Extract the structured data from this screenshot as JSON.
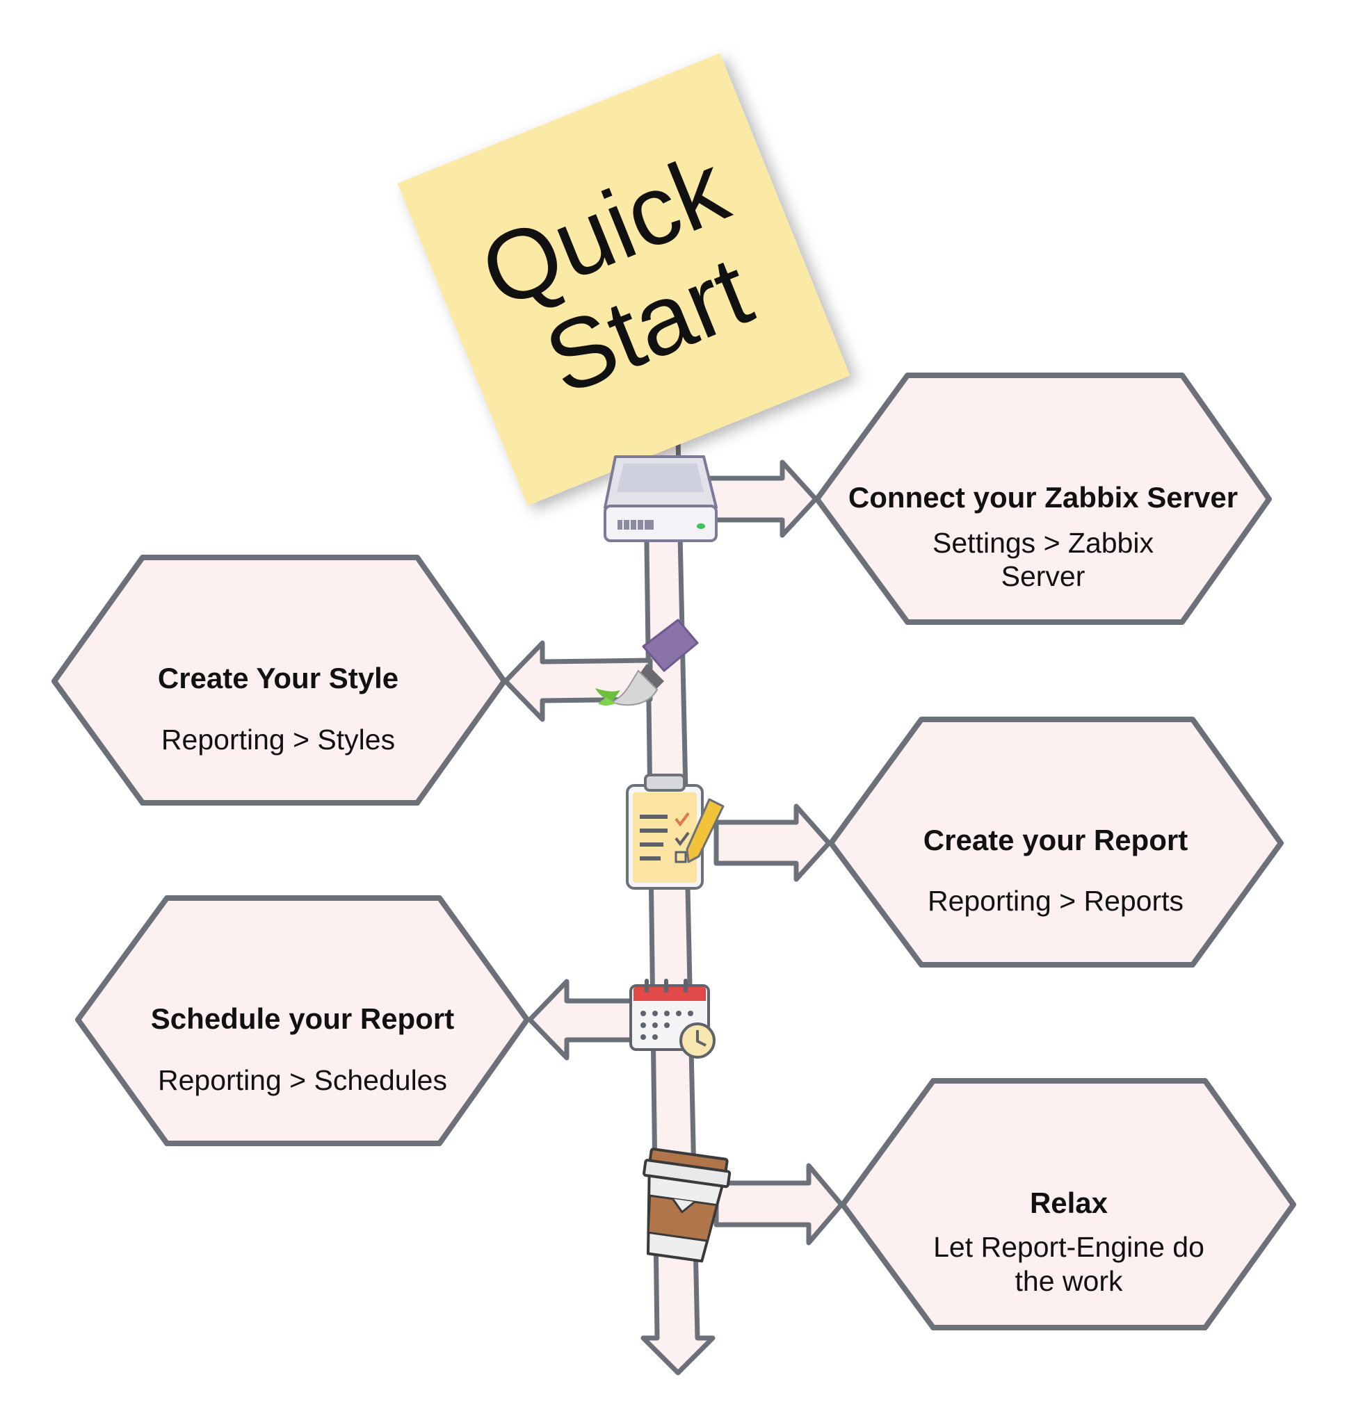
{
  "sticky_note": {
    "line1": "Quick",
    "line2": "Start",
    "color": "#fbe9a6"
  },
  "colors": {
    "hex_fill": "#fdf0f1",
    "hex_stroke": "#6b7079",
    "arrow_fill": "#fdf0f1"
  },
  "steps": [
    {
      "title": "Connect your Zabbix Server",
      "sub1": "Settings > Zabbix",
      "sub2": "Server",
      "icon": "server-icon"
    },
    {
      "title": "Create Your Style",
      "sub1": "Reporting > Styles",
      "icon": "paintbrush-icon"
    },
    {
      "title": "Create your Report",
      "sub1": "Reporting > Reports",
      "icon": "clipboard-checklist-icon"
    },
    {
      "title": "Schedule your Report",
      "sub1": "Reporting > Schedules",
      "icon": "calendar-clock-icon"
    },
    {
      "title": "Relax",
      "sub1": "Let Report-Engine do",
      "sub2": "the work",
      "icon": "coffee-cup-icon"
    }
  ]
}
